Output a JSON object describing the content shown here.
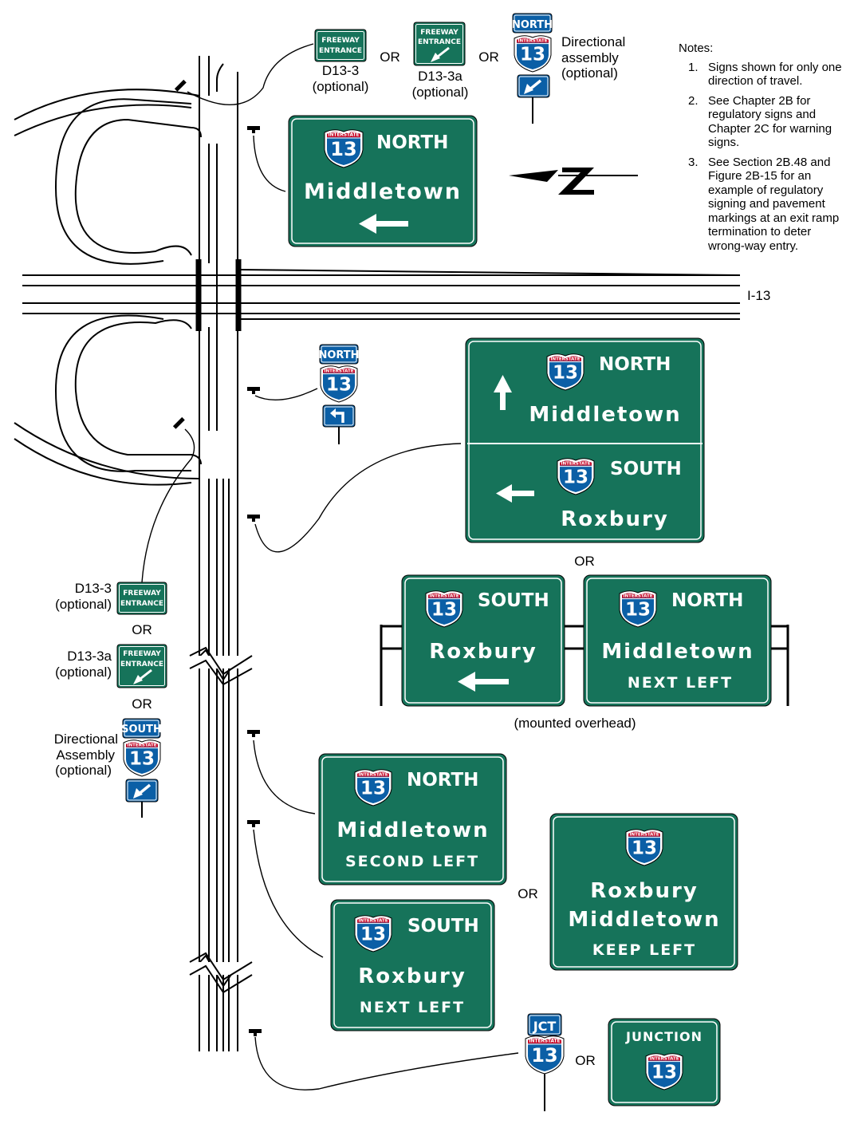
{
  "notes": {
    "title": "Notes:",
    "items": [
      "Signs shown for only one direction of travel.",
      "See Chapter 2B for regulatory signs and Chapter 2C for warning signs.",
      "See Section 2B.48 and Figure 2B-15 for an example of regulatory signing and pavement markings at an exit ramp termination to deter wrong-way entry."
    ]
  },
  "route_label": "I-13",
  "shield": {
    "banner": "INTERSTATE",
    "number": "13"
  },
  "words": {
    "freeway": "FREEWAY",
    "entrance": "ENTRANCE",
    "or": "OR",
    "north": "NORTH",
    "south": "SOUTH",
    "jct": "JCT",
    "junction": "JUNCTION",
    "middletown": "Middletown",
    "roxbury": "Roxbury",
    "next_left": "NEXT LEFT",
    "second_left": "SECOND LEFT",
    "keep_left": "KEEP LEFT"
  },
  "labels": {
    "d13_3": "D13-3",
    "d13_3a": "D13-3a",
    "optional": "(optional)",
    "directional": "Directional",
    "assembly_lc": "assembly",
    "assembly_uc": "Assembly",
    "mounted": "(mounted overhead)"
  },
  "colors": {
    "guide_green": "#16735a",
    "marker_blue": "#0b5fa6",
    "shield_red": "#c8102e",
    "shield_blue": "#0b5fa6"
  }
}
